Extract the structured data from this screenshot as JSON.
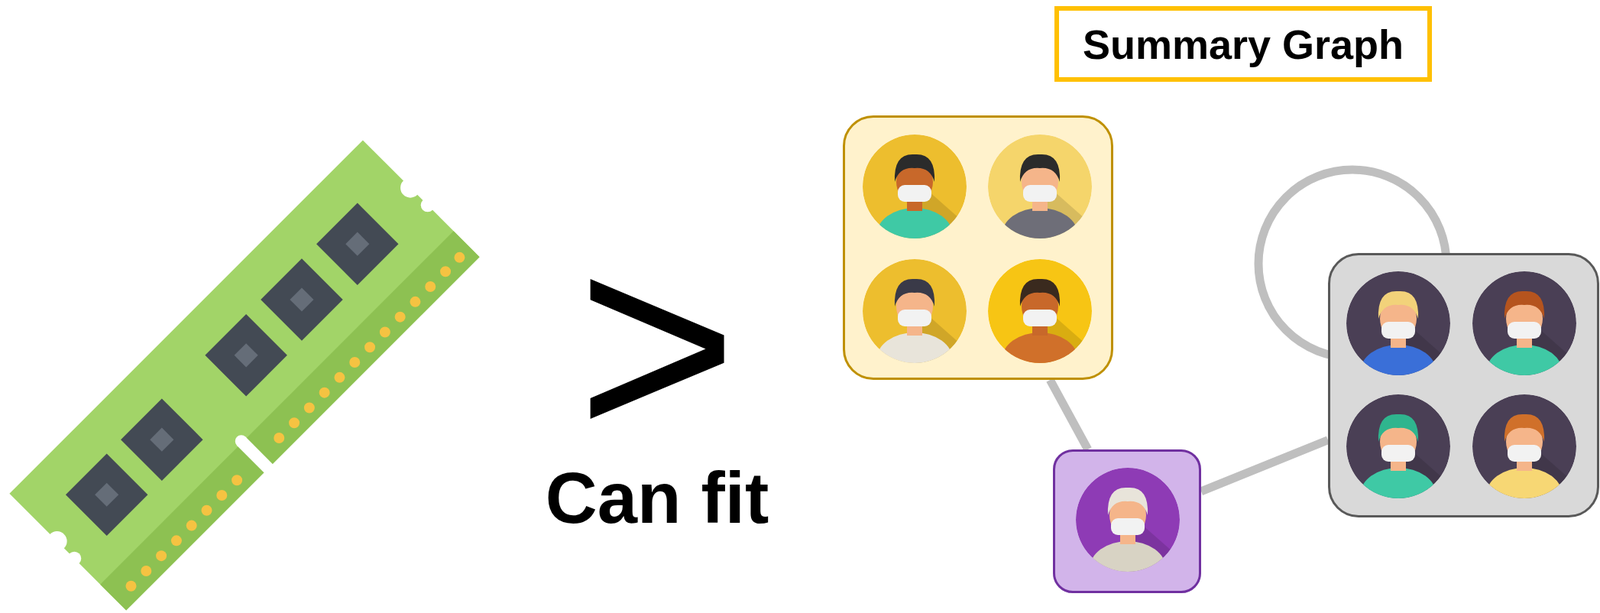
{
  "diagram": {
    "nodes": [
      {
        "text": [
          "Summary Graph"
        ]
      },
      {
        "text": []
      },
      {
        "text": []
      },
      {
        "text": []
      }
    ],
    "edges": [
      {
        "from": 1,
        "to": 2,
        "arrow": "none"
      },
      {
        "from": 2,
        "to": 3,
        "arrow": "none"
      },
      {
        "from": 3,
        "to": 3,
        "arrow": "none"
      }
    ],
    "labels": [
      ">",
      "Can fit"
    ]
  }
}
